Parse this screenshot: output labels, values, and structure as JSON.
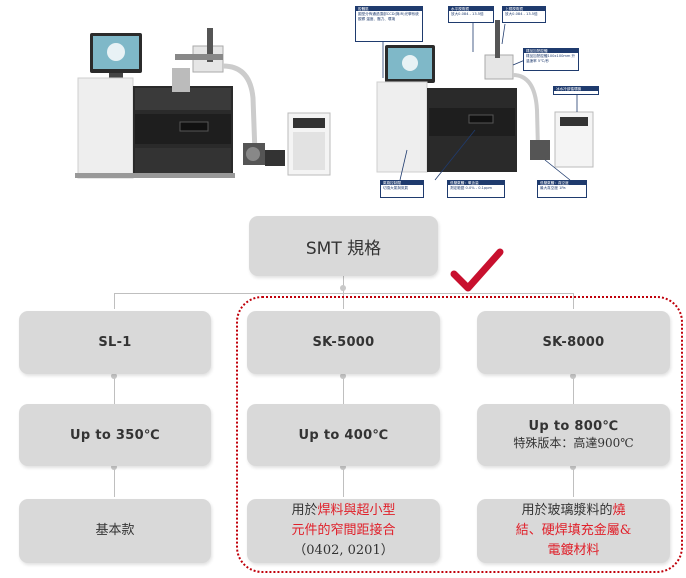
{
  "photo_right": {
    "callouts": [
      {
        "title": "腔體區",
        "body": "圖型分佈通過頂部CCD(與IR)光學系統觀察 溫度、壓力、環境"
      },
      {
        "title": "水平視角鏡",
        "body": "放大0.084 - 13.5倍"
      },
      {
        "title": "上視視角鏡",
        "body": "放大0.084 - 13.5倍"
      },
      {
        "title": "樣品加熱腔體",
        "body": "樣品加熱腔體100x100mm 升溫速率 5℃/秒"
      },
      {
        "title": "冰水冷卻循環機",
        "body": ""
      },
      {
        "title": "氣路控制閥",
        "body": "切換大氣與氮氣"
      },
      {
        "title": "低壓氣體：氧含量",
        "body": "測定範圍 0.0% - 0.1ppm"
      },
      {
        "title": "低壓氣體：真空度",
        "body": "最大真空度 1Pa"
      }
    ]
  },
  "top": {
    "label": "SMT 規格"
  },
  "columns": [
    {
      "name": "SL-1",
      "temp": "Up to 350℃",
      "temp_sub": "",
      "desc": "基本款",
      "desc_red": ""
    },
    {
      "name": "SK-5000",
      "temp": "Up to 400℃",
      "temp_sub": "",
      "desc_pre": "用於",
      "desc_red1": "焊料與超小型",
      "desc_red2": "元件的窄間距接合",
      "desc_post": "（0402, 0201）"
    },
    {
      "name": "SK-8000",
      "temp": "Up to 800℃",
      "temp_sub": "特殊版本：高達900℃",
      "desc_pre": "用於玻璃漿料的",
      "desc_red1": "燒",
      "desc_red2": "結、硬焊填充金屬&",
      "desc_red3": "電鍍材料"
    }
  ],
  "colors": {
    "box": "#d9d9d9",
    "connector": "#bfbfbf",
    "highlight_border": "#c0000a",
    "checkmark": "#c8102e",
    "red_text": "#e0202a"
  },
  "icons": {
    "check": "checkmark-icon"
  }
}
